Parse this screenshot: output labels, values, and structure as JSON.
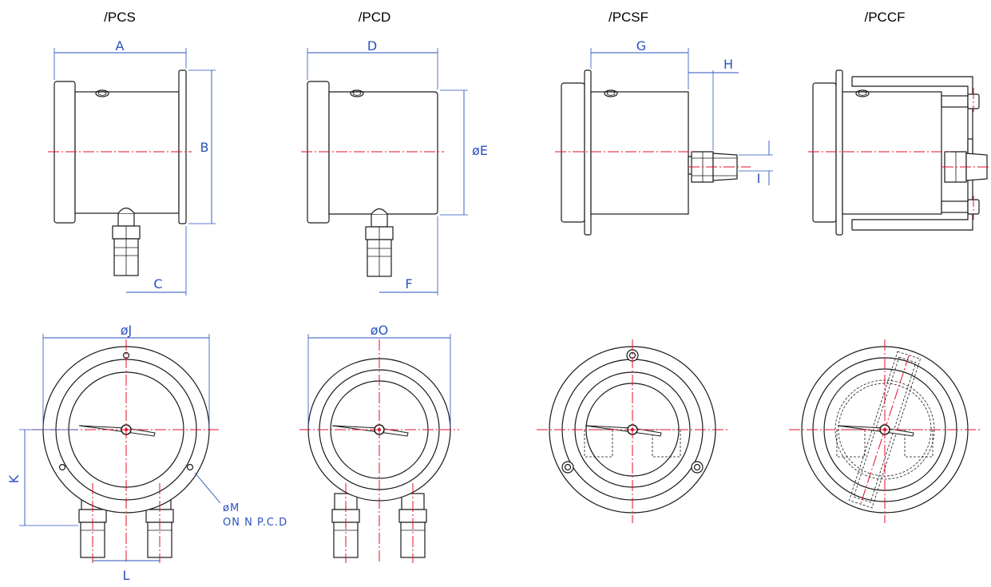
{
  "views": {
    "pcs": "/PCS",
    "pcd": "/PCD",
    "pcsf": "/PCSF",
    "pccf": "/PCCF"
  },
  "dimensions": {
    "a": "A",
    "b": "B",
    "c": "C",
    "d": "D",
    "e": "øE",
    "f": "F",
    "g": "G",
    "h": "H",
    "i": "I",
    "j": "øJ",
    "k": "K",
    "l": "L",
    "m": "øM",
    "n_pcd": "ON  N  P.C.D",
    "o": "øO"
  },
  "colors": {
    "outline": "#1a1a1a",
    "centerline": "#e0102a",
    "dimension": "#2a52be"
  }
}
